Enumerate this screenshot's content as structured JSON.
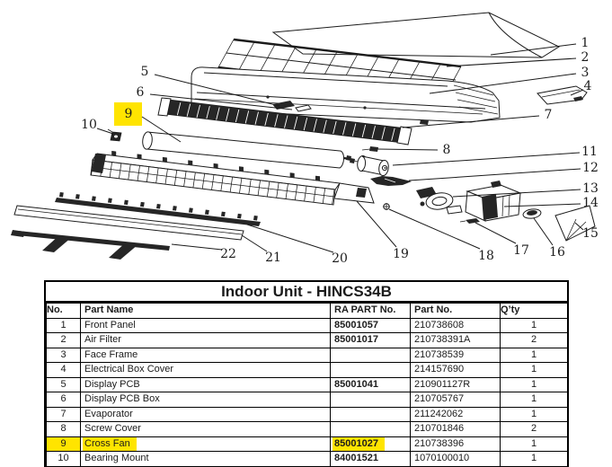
{
  "colors": {
    "highlight": "#ffe400",
    "ink": "#1b1b1b",
    "ink_soft": "#262626"
  },
  "diagram": {
    "callouts": [
      {
        "id": "1",
        "label": "1",
        "highlighted": false
      },
      {
        "id": "2",
        "label": "2",
        "highlighted": false
      },
      {
        "id": "3",
        "label": "3",
        "highlighted": false
      },
      {
        "id": "4",
        "label": "4",
        "highlighted": false
      },
      {
        "id": "5",
        "label": "5",
        "highlighted": false
      },
      {
        "id": "6",
        "label": "6",
        "highlighted": false
      },
      {
        "id": "7",
        "label": "7",
        "highlighted": false
      },
      {
        "id": "8",
        "label": "8",
        "highlighted": false
      },
      {
        "id": "9",
        "label": "9",
        "highlighted": true
      },
      {
        "id": "10",
        "label": "10",
        "highlighted": false
      },
      {
        "id": "11",
        "label": "11",
        "highlighted": false
      },
      {
        "id": "12",
        "label": "12",
        "highlighted": false
      },
      {
        "id": "13",
        "label": "13",
        "highlighted": false
      },
      {
        "id": "14",
        "label": "14",
        "highlighted": false
      },
      {
        "id": "15",
        "label": "15",
        "highlighted": false
      },
      {
        "id": "16",
        "label": "16",
        "highlighted": false
      },
      {
        "id": "17",
        "label": "17",
        "highlighted": false
      },
      {
        "id": "18",
        "label": "18",
        "highlighted": false
      },
      {
        "id": "19",
        "label": "19",
        "highlighted": false
      },
      {
        "id": "20",
        "label": "20",
        "highlighted": false
      },
      {
        "id": "21",
        "label": "21",
        "highlighted": false
      },
      {
        "id": "22",
        "label": "22",
        "highlighted": false
      }
    ]
  },
  "table": {
    "title": "Indoor Unit - HINCS34B",
    "headers": [
      "No.",
      "Part Name",
      "RA PART No.",
      "Part No.",
      "Q’ty"
    ],
    "rows": [
      {
        "no": "1",
        "part_name": "Front Panel",
        "ra_part_no": "85001057",
        "part_no": "210738608",
        "qty": "1",
        "highlighted": false
      },
      {
        "no": "2",
        "part_name": "Air Filter",
        "ra_part_no": "85001017",
        "part_no": "210738391A",
        "qty": "2",
        "highlighted": false
      },
      {
        "no": "3",
        "part_name": "Face Frame",
        "ra_part_no": "",
        "part_no": "210738539",
        "qty": "1",
        "highlighted": false
      },
      {
        "no": "4",
        "part_name": "Electrical Box Cover",
        "ra_part_no": "",
        "part_no": "214157690",
        "qty": "1",
        "highlighted": false
      },
      {
        "no": "5",
        "part_name": "Display PCB",
        "ra_part_no": "85001041",
        "part_no": "210901127R",
        "qty": "1",
        "highlighted": false
      },
      {
        "no": "6",
        "part_name": "Display PCB Box",
        "ra_part_no": "",
        "part_no": "210705767",
        "qty": "1",
        "highlighted": false
      },
      {
        "no": "7",
        "part_name": "Evaporator",
        "ra_part_no": "",
        "part_no": "211242062",
        "qty": "1",
        "highlighted": false
      },
      {
        "no": "8",
        "part_name": "Screw Cover",
        "ra_part_no": "",
        "part_no": "210701846",
        "qty": "2",
        "highlighted": false
      },
      {
        "no": "9",
        "part_name": "Cross Fan",
        "ra_part_no": "85001027",
        "part_no": "210738396",
        "qty": "1",
        "highlighted": true
      },
      {
        "no": "10",
        "part_name": "Bearing Mount",
        "ra_part_no": "84001521",
        "part_no": "1070100010",
        "qty": "1",
        "highlighted": false
      }
    ]
  }
}
